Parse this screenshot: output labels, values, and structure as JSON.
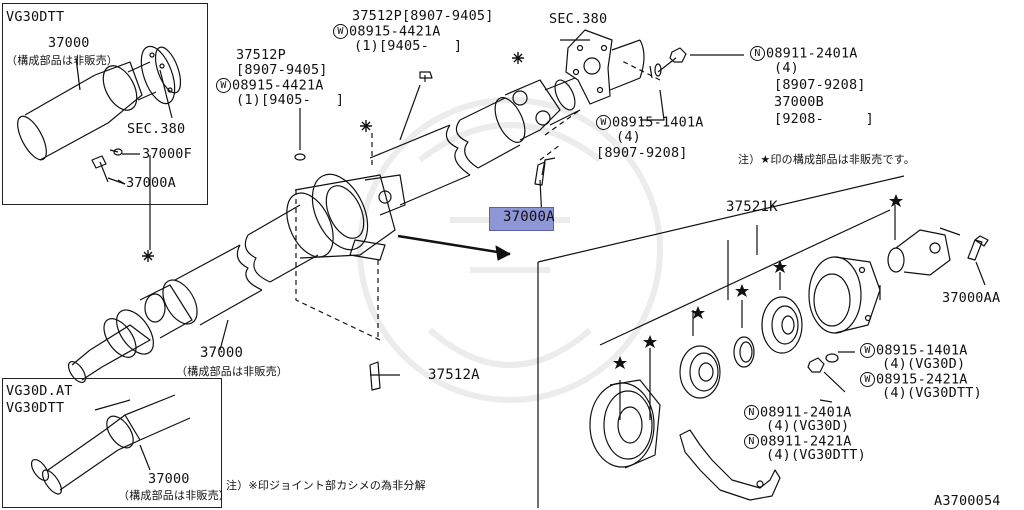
{
  "inset_top": {
    "title": "VG30DTT",
    "part": "37000",
    "note": "（構成部品は非販売）",
    "sec": "SEC.380",
    "p1": "37000F",
    "p2": "37000A"
  },
  "upper_center": {
    "a1": "37512P[8907-9405]",
    "a2": "08915-4421A",
    "a3": "(1)[9405-   ]",
    "b1": "37512P",
    "b2": "[8907-9405]",
    "b3": "08915-4421A",
    "b4": "(1)[9405-   ]",
    "sec": "SEC.380"
  },
  "upper_right": {
    "n1": "08911-2401A",
    "n2": "(4)",
    "n3": "[8907-9208]",
    "n4": "37000B",
    "n5": "[9208-     ]",
    "w1": "08915-1401A",
    "w2": "(4)",
    "w3": "[8907-9208]"
  },
  "highlight": {
    "part": "37000",
    "suffix": "A"
  },
  "note_top": "注）★印の構成部品は非販売です。",
  "kit": {
    "part": "37521K"
  },
  "right_parts": {
    "p1": "37000AA",
    "w1": "08915-1401A",
    "w1b": "(4)(VG30D)",
    "w2": "08915-2421A",
    "w2b": "(4)(VG30DTT)",
    "n1": "08911-2401A",
    "n1b": "(4)(VG30D)",
    "n2": "08911-2421A",
    "n2b": "(4)(VG30DTT)"
  },
  "main_shaft": {
    "part": "37000",
    "note": "（構成部品は非販売）",
    "bolt": "37512A"
  },
  "inset_bottom": {
    "title1": "VG30D.AT",
    "title2": "VG30DTT",
    "part": "37000",
    "note": "（構成部品は非販売）"
  },
  "note_bottom": "注）※印ジョイント部カシメの為非分解",
  "diagram_id": "A3700054",
  "symbols": {
    "w": "W",
    "n": "N"
  }
}
